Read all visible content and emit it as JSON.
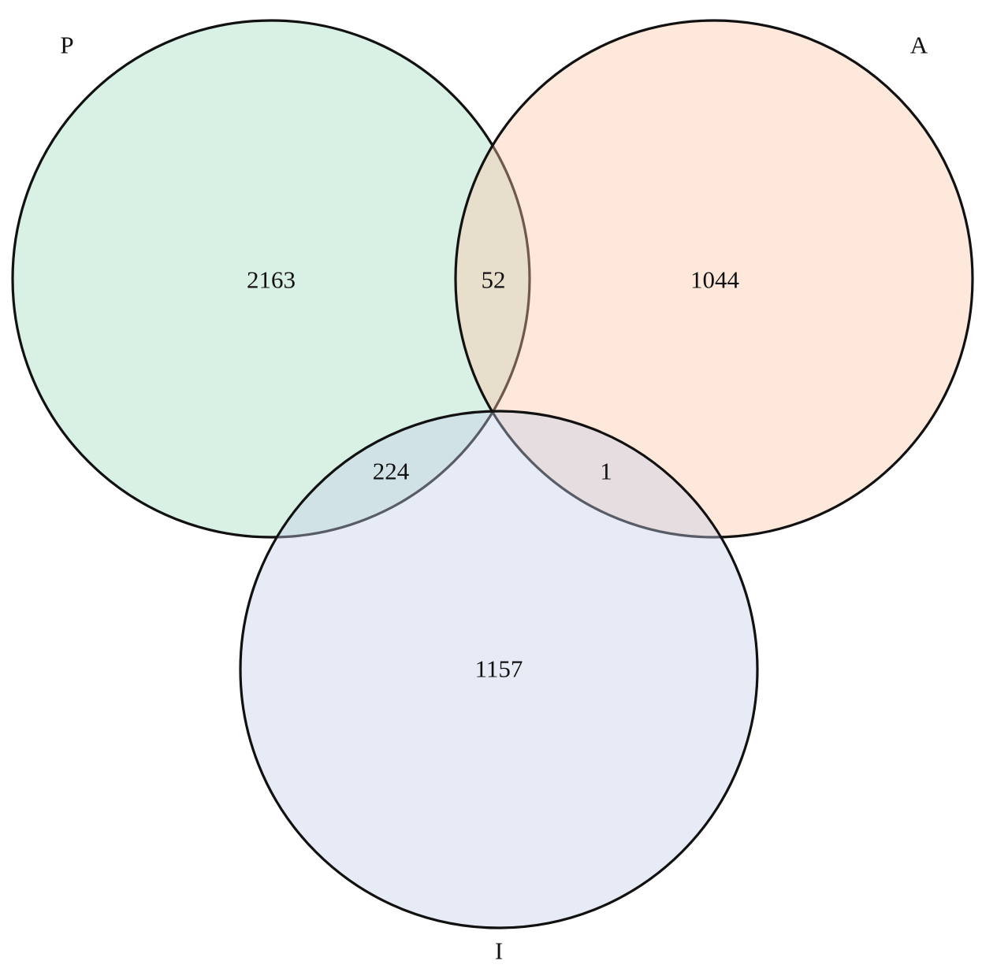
{
  "sets": [
    {
      "id": "P",
      "label": "P",
      "color": "#9fd9bd"
    },
    {
      "id": "A",
      "label": "A",
      "color": "#fdc6a7"
    },
    {
      "id": "I",
      "label": "I",
      "color": "#c4cde5"
    }
  ],
  "regions": {
    "p_only": "2163",
    "p_a": "52",
    "a_only": "1044",
    "p_i": "224",
    "a_i": "1",
    "i_only": "1157"
  },
  "colors": {
    "outline": "#111111",
    "background": "#ffffff"
  }
}
